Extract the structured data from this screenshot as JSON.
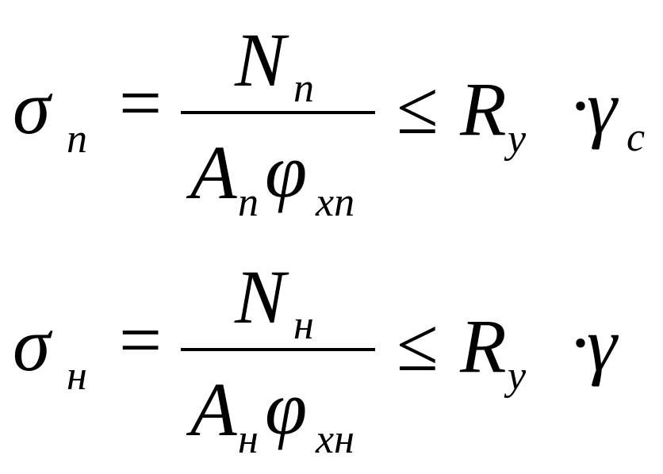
{
  "formulas": [
    {
      "lhs_symbol": "σ",
      "lhs_subscript": "п",
      "equals": "=",
      "numerator_symbol": "N",
      "numerator_subscript": "п",
      "denominator_area_symbol": "A",
      "denominator_area_subscript": "п",
      "denominator_phi_symbol": "φ",
      "denominator_phi_subscript": "xп",
      "relation": "≤",
      "rhs_symbol": "R",
      "rhs_subscript": "y",
      "dot": "·",
      "gamma_symbol": "γ",
      "gamma_subscript": "c"
    },
    {
      "lhs_symbol": "σ",
      "lhs_subscript": "н",
      "equals": "=",
      "numerator_symbol": "N",
      "numerator_subscript": "н",
      "denominator_area_symbol": "A",
      "denominator_area_subscript": "н",
      "denominator_phi_symbol": "φ",
      "denominator_phi_subscript": "xн",
      "relation": "≤",
      "rhs_symbol": "R",
      "rhs_subscript": "y",
      "dot": "·",
      "gamma_symbol": "γ",
      "gamma_subscript": ""
    }
  ]
}
